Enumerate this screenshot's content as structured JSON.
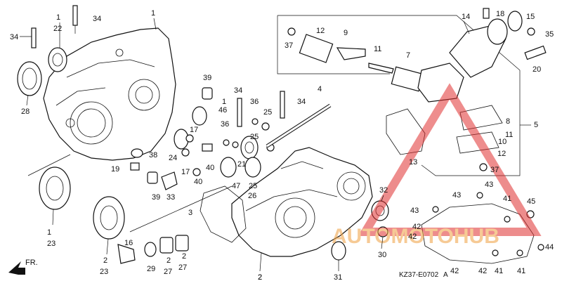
{
  "diagram": {
    "part_numbers": [
      "1",
      "22",
      "34",
      "34",
      "28",
      "1",
      "39",
      "1",
      "46",
      "34",
      "36",
      "25",
      "36",
      "25",
      "34",
      "4",
      "17",
      "24",
      "17",
      "40",
      "40",
      "38",
      "19",
      "33",
      "39",
      "21",
      "47",
      "26",
      "25",
      "2",
      "3",
      "12",
      "9",
      "11",
      "7",
      "37",
      "14",
      "18",
      "15",
      "35",
      "20",
      "8",
      "5",
      "11",
      "10",
      "12",
      "13",
      "37",
      "1",
      "23",
      "2",
      "23",
      "16",
      "29",
      "2",
      "27",
      "2",
      "27",
      "2",
      "31",
      "30",
      "32",
      "43",
      "43",
      "42",
      "42",
      "42",
      "42",
      "41",
      "41",
      "41",
      "43",
      "45",
      "44"
    ],
    "diagram_code": "KZ37-E0702",
    "diagram_code_suffix": "A",
    "direction_label": "FR.",
    "watermark": {
      "text": "AUTOMOTOHUB",
      "color": "#f0a040",
      "triangle_color": "#e03030"
    }
  }
}
